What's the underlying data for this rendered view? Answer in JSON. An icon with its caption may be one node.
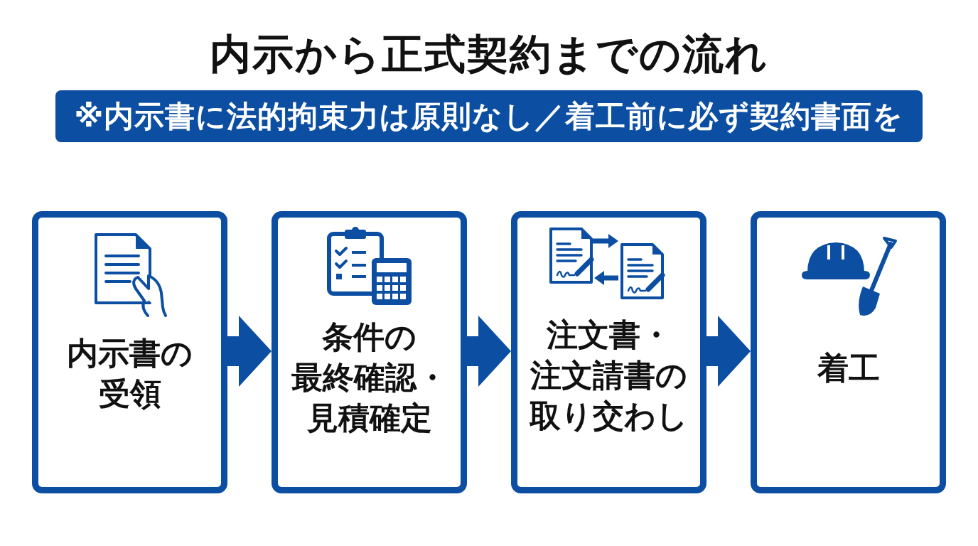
{
  "diagram": {
    "title": "内示から正式契約までの流れ",
    "nodes": [
      {
        "text": [
          "※内示書に法的拘束力は原則なし／着工前に必ず契約書面を"
        ]
      },
      {
        "text": [
          "内示書の受領"
        ]
      },
      {
        "text": [
          "条件の最終確認・見積確定"
        ]
      },
      {
        "text": [
          "注文書・注文請書の取り交わし"
        ]
      },
      {
        "text": [
          "着工"
        ]
      }
    ],
    "edges": [
      {
        "from": 1,
        "to": 2,
        "arrow": "to"
      },
      {
        "from": 2,
        "to": 3,
        "arrow": "to"
      },
      {
        "from": 3,
        "to": 4,
        "arrow": "to"
      }
    ]
  }
}
